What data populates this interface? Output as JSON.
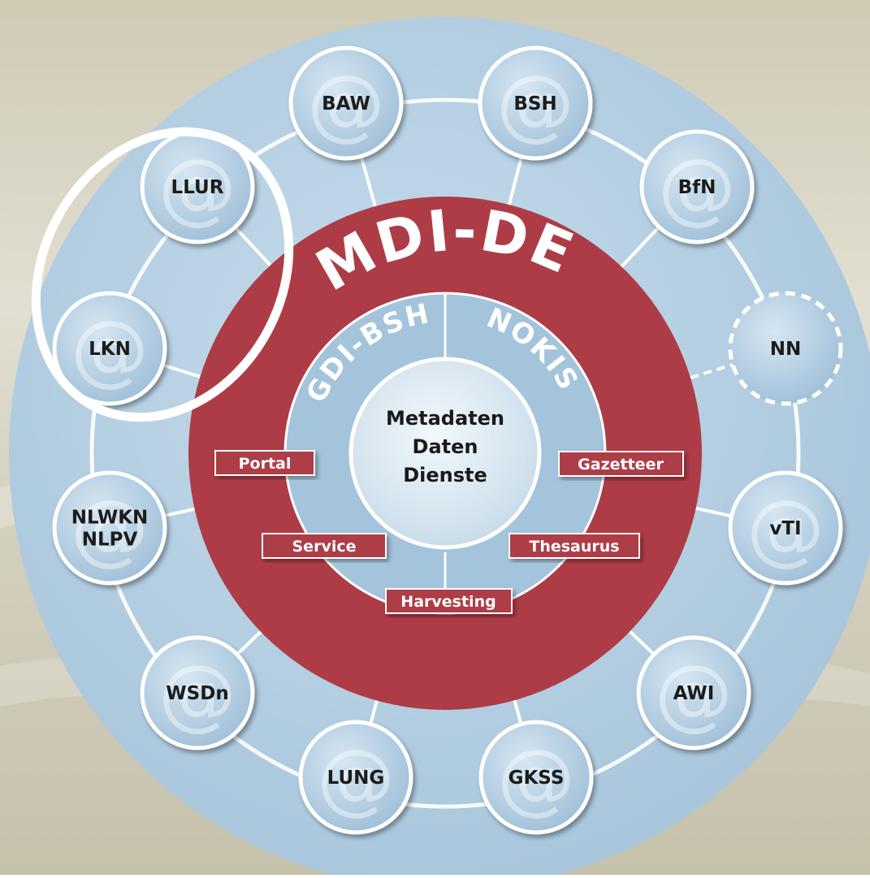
{
  "diagram": {
    "main_title": "MDI-DE",
    "left_segment": "GDI-BSH",
    "right_segment": "NOKIS",
    "center_lines": [
      "Metadaten",
      "Daten",
      "Dienste"
    ],
    "function_boxes": {
      "portal": "Portal",
      "service": "Service",
      "harvesting": "Harvesting",
      "gazetteer": "Gazetteer",
      "thesaurus": "Thesaurus"
    },
    "nodes": [
      {
        "id": "baw",
        "lines": [
          "BAW"
        ]
      },
      {
        "id": "bsh",
        "lines": [
          "BSH"
        ]
      },
      {
        "id": "bfn",
        "lines": [
          "BfN"
        ]
      },
      {
        "id": "nn",
        "lines": [
          "NN"
        ],
        "placeholder": true
      },
      {
        "id": "vti",
        "lines": [
          "vTI"
        ]
      },
      {
        "id": "awi",
        "lines": [
          "AWI"
        ]
      },
      {
        "id": "gkss",
        "lines": [
          "GKSS"
        ]
      },
      {
        "id": "lung",
        "lines": [
          "LUNG"
        ]
      },
      {
        "id": "wsdn",
        "lines": [
          "WSDn"
        ]
      },
      {
        "id": "nlwkn",
        "lines": [
          "NLWKN",
          "NLPV"
        ]
      },
      {
        "id": "lkn",
        "lines": [
          "LKN"
        ]
      },
      {
        "id": "llur",
        "lines": [
          "LLUR"
        ]
      }
    ],
    "icon": "at-sign-icon",
    "highlight": "white ellipse around LLUR and LKN",
    "colors": {
      "outer_disc": "#b7d1e4",
      "red_ring": "#ad3c46",
      "inner_ring": "#a4c4dc",
      "center_disc": "#dde9f2",
      "node_fill": "#b9d4e8",
      "background": "#d8d4c3"
    }
  }
}
